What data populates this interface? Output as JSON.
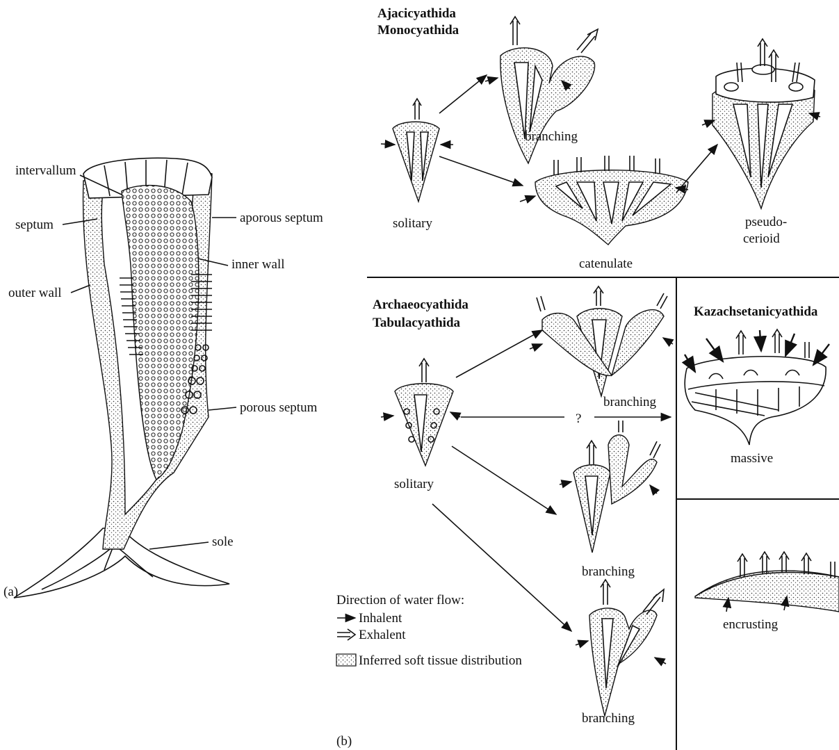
{
  "panel_a": {
    "panel_label": "(a)",
    "labels": {
      "intervallum": "intervallum",
      "septum": "septum",
      "aporous_septum": "aporous septum",
      "inner_wall": "inner wall",
      "outer_wall": "outer wall",
      "porous_septum": "porous septum",
      "sole": "sole"
    }
  },
  "panel_b": {
    "panel_label": "(b)",
    "group1": {
      "title_1": "Ajacicyathida",
      "title_2": "Monocyathida",
      "solitary": "solitary",
      "branching": "branching",
      "catenulate": "catenulate",
      "pseudocerioid_1": "pseudo-",
      "pseudocerioid_2": "cerioid"
    },
    "group2": {
      "title_1": "Archaeocyathida",
      "title_2": "Tabulacyathida",
      "solitary": "solitary",
      "branching_1": "branching",
      "branching_2": "branching",
      "branching_3": "branching",
      "unknown": "?"
    },
    "group3": {
      "title": "Kazachsetanicyathida",
      "massive": "massive",
      "encrusting": "encrusting"
    },
    "legend": {
      "heading": "Direction of water flow:",
      "inhalent": "Inhalent",
      "exhalent": "Exhalent",
      "soft_tissue": "Inferred soft tissue distribution"
    }
  }
}
